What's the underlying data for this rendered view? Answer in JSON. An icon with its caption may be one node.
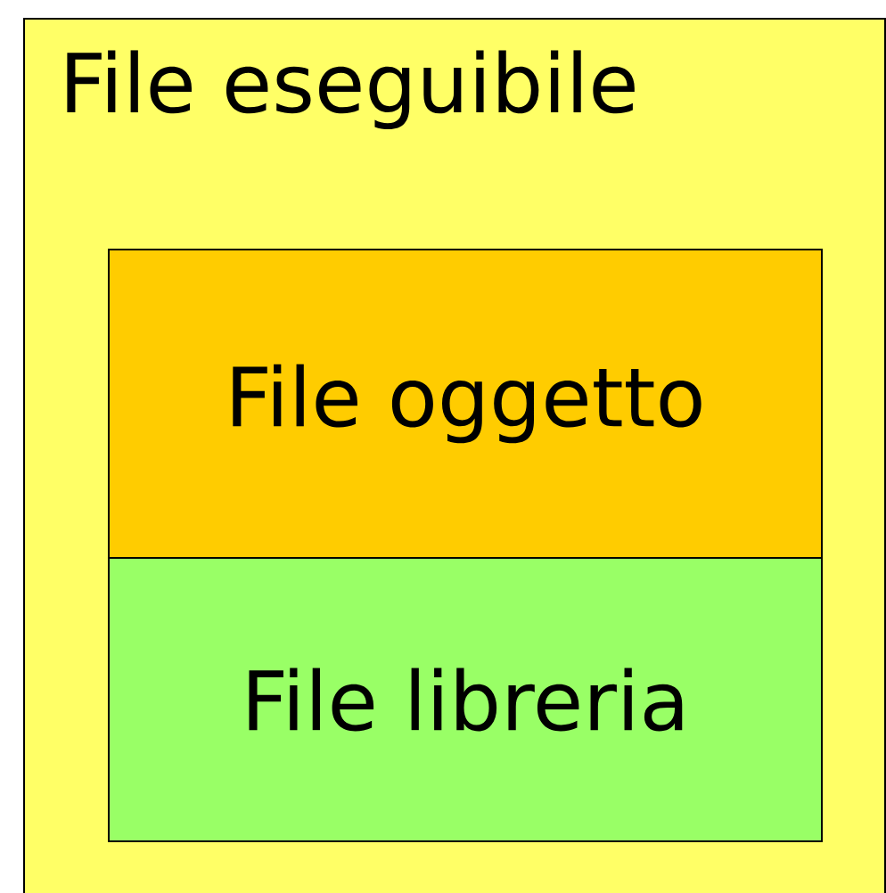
{
  "diagram": {
    "nodes": [
      {
        "text": [
          "File eseguibile"
        ]
      },
      {
        "text": [
          "File oggetto"
        ],
        "in": 0
      },
      {
        "text": [
          "File libreria"
        ],
        "in": 0
      }
    ]
  }
}
